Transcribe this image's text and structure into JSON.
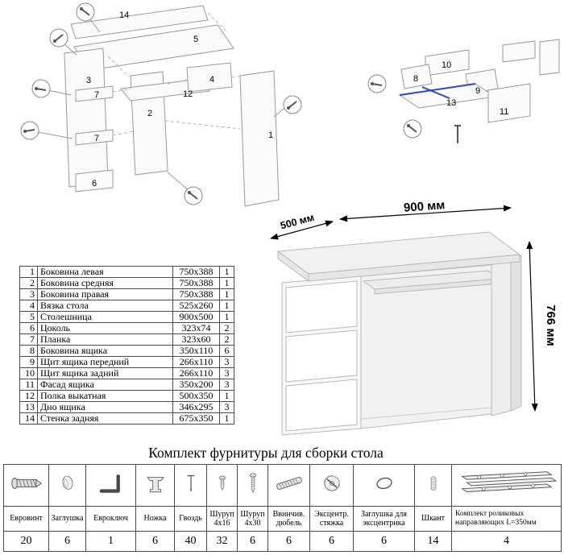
{
  "title": "Комплект фурнитуры для сборки стола",
  "colors": {
    "highlight_blue": "#2b46c8",
    "diagram_gray": "#999999"
  },
  "dimensions": {
    "width": "900 мм",
    "depth": "500 мм",
    "height": "766 мм"
  },
  "diagram": {
    "main_labels": [
      "14",
      "5",
      "3",
      "7",
      "7",
      "6",
      "12",
      "2",
      "4",
      "1"
    ],
    "drawer_labels": [
      "10",
      "8",
      "9",
      "13",
      "11"
    ]
  },
  "parts_table": {
    "rows": [
      {
        "num": "1",
        "name": "Боковина левая",
        "size": "750x388",
        "qty": "1"
      },
      {
        "num": "2",
        "name": "Боковина средняя",
        "size": "750x388",
        "qty": "1"
      },
      {
        "num": "3",
        "name": "Боковина правая",
        "size": "750x388",
        "qty": "1"
      },
      {
        "num": "4",
        "name": "Вязка стола",
        "size": "525x260",
        "qty": "1"
      },
      {
        "num": "5",
        "name": "Столешница",
        "size": "900x500",
        "qty": "1"
      },
      {
        "num": "6",
        "name": "Цоколь",
        "size": "323x74",
        "qty": "2"
      },
      {
        "num": "7",
        "name": "Планка",
        "size": "323x60",
        "qty": "2"
      },
      {
        "num": "8",
        "name": "Боковина ящика",
        "size": "350x110",
        "qty": "6"
      },
      {
        "num": "9",
        "name": "Щит ящика передний",
        "size": "266x110",
        "qty": "3"
      },
      {
        "num": "10",
        "name": "Щит ящика задний",
        "size": "266x110",
        "qty": "3"
      },
      {
        "num": "11",
        "name": "Фасад ящика",
        "size": "350x200",
        "qty": "3"
      },
      {
        "num": "12",
        "name": "Полка выкатная",
        "size": "500x350",
        "qty": "1"
      },
      {
        "num": "13",
        "name": "Дно ящика",
        "size": "346x295",
        "qty": "3"
      },
      {
        "num": "14",
        "name": "Стенка задняя",
        "size": "675x350",
        "qty": "1"
      }
    ]
  },
  "hardware": {
    "items": [
      {
        "icon": "confirmat-screw-icon",
        "name": "Евровинт",
        "qty": "20"
      },
      {
        "icon": "cap-icon",
        "name": "Заглушка",
        "qty": "6"
      },
      {
        "icon": "hex-key-icon",
        "name": "Евроключ",
        "qty": "1"
      },
      {
        "icon": "leg-icon",
        "name": "Ножка",
        "qty": "6"
      },
      {
        "icon": "nail-icon",
        "name": "Гвоздь",
        "qty": "40"
      },
      {
        "icon": "screw-short-icon",
        "name": "Шуруп 4х16",
        "qty": "32"
      },
      {
        "icon": "screw-long-icon",
        "name": "Шуруп 4х30",
        "qty": "6"
      },
      {
        "icon": "dowel-screw-icon",
        "name": "Ввинчив. дюбель",
        "qty": "6"
      },
      {
        "icon": "cam-lock-icon",
        "name": "Эксцентр. стяжка",
        "qty": "6"
      },
      {
        "icon": "cam-cap-icon",
        "name": "Заглушка для эксцентрика",
        "qty": "6"
      },
      {
        "icon": "wood-dowel-icon",
        "name": "Шкант",
        "qty": "14"
      },
      {
        "icon": "drawer-slide-icon",
        "name": "Комплект роликовых направляющих L=350мм",
        "qty": "4"
      }
    ]
  }
}
